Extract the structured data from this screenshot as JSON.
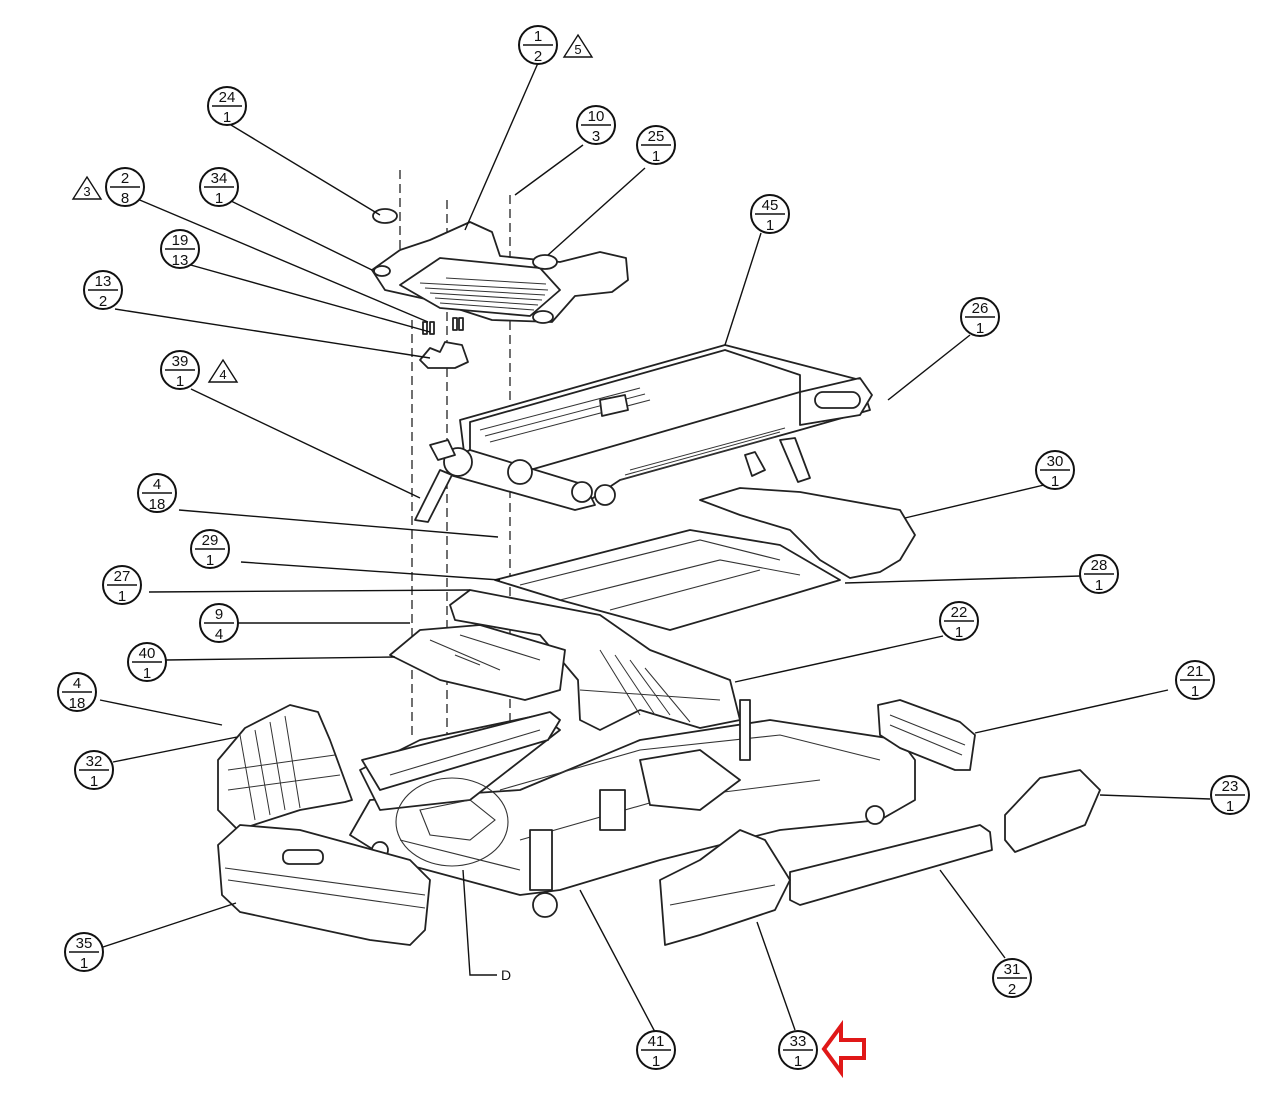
{
  "balloons": [
    {
      "id": "b1",
      "top": "1",
      "bottom": "2"
    },
    {
      "id": "b24",
      "top": "24",
      "bottom": "1"
    },
    {
      "id": "b10",
      "top": "10",
      "bottom": "3"
    },
    {
      "id": "b25",
      "top": "25",
      "bottom": "1"
    },
    {
      "id": "b2",
      "top": "2",
      "bottom": "8"
    },
    {
      "id": "b34",
      "top": "34",
      "bottom": "1"
    },
    {
      "id": "b45",
      "top": "45",
      "bottom": "1"
    },
    {
      "id": "b19",
      "top": "19",
      "bottom": "13"
    },
    {
      "id": "b13",
      "top": "13",
      "bottom": "2"
    },
    {
      "id": "b26",
      "top": "26",
      "bottom": "1"
    },
    {
      "id": "b39",
      "top": "39",
      "bottom": "1"
    },
    {
      "id": "b30",
      "top": "30",
      "bottom": "1"
    },
    {
      "id": "b4a",
      "top": "4",
      "bottom": "18"
    },
    {
      "id": "b29",
      "top": "29",
      "bottom": "1"
    },
    {
      "id": "b28",
      "top": "28",
      "bottom": "1"
    },
    {
      "id": "b27",
      "top": "27",
      "bottom": "1"
    },
    {
      "id": "b9",
      "top": "9",
      "bottom": "4"
    },
    {
      "id": "b22",
      "top": "22",
      "bottom": "1"
    },
    {
      "id": "b40",
      "top": "40",
      "bottom": "1"
    },
    {
      "id": "b21",
      "top": "21",
      "bottom": "1"
    },
    {
      "id": "b4b",
      "top": "4",
      "bottom": "18"
    },
    {
      "id": "b32",
      "top": "32",
      "bottom": "1"
    },
    {
      "id": "b23",
      "top": "23",
      "bottom": "1"
    },
    {
      "id": "b35",
      "top": "35",
      "bottom": "1"
    },
    {
      "id": "b31",
      "top": "31",
      "bottom": "2"
    },
    {
      "id": "b41",
      "top": "41",
      "bottom": "1"
    },
    {
      "id": "b33",
      "top": "33",
      "bottom": "1"
    }
  ],
  "revision_flags": [
    {
      "id": "t5",
      "label": "5"
    },
    {
      "id": "t3",
      "label": "3"
    },
    {
      "id": "t4",
      "label": "4"
    }
  ],
  "detail_label": "D",
  "highlight_color": "#e01818"
}
